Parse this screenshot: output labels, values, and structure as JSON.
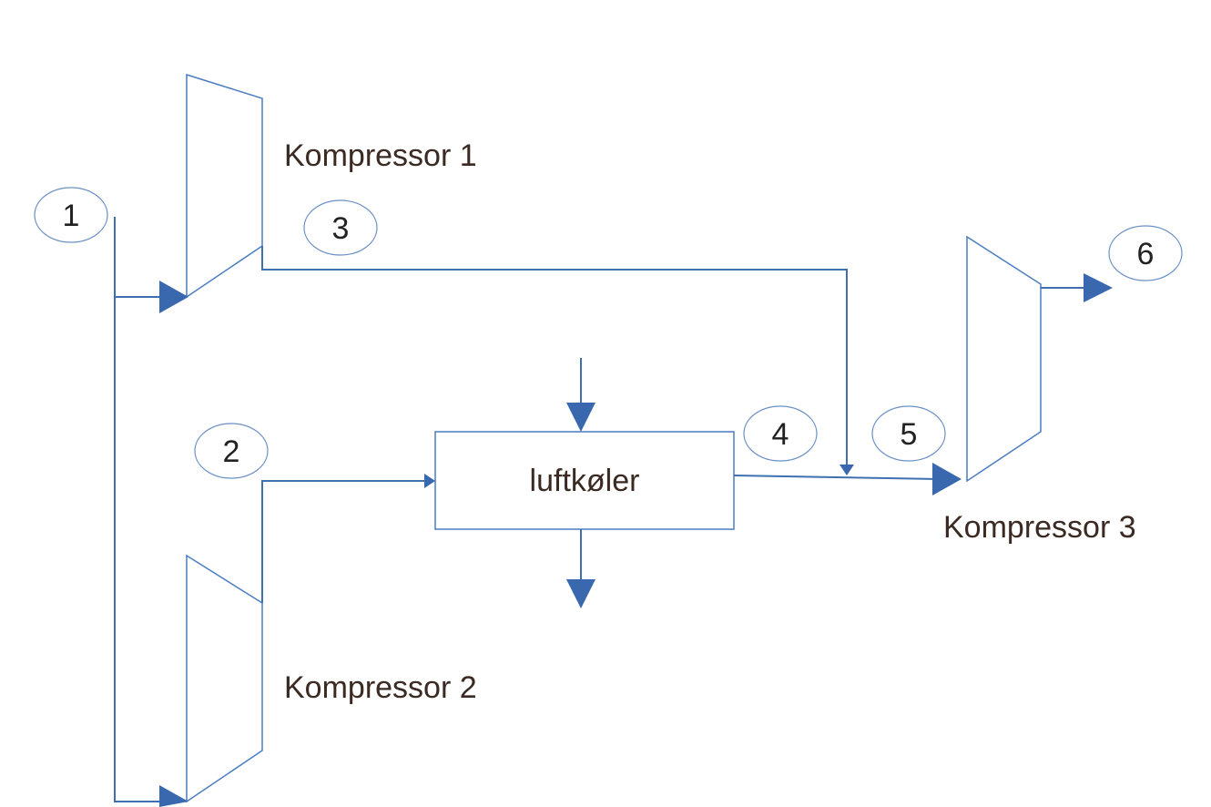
{
  "diagram": {
    "nodes": {
      "compressor1": "Kompressor 1",
      "compressor2": "Kompressor 2",
      "compressor3": "Kompressor 3",
      "cooler": "luftkøler"
    },
    "states": [
      "1",
      "2",
      "3",
      "4",
      "5",
      "6"
    ]
  }
}
